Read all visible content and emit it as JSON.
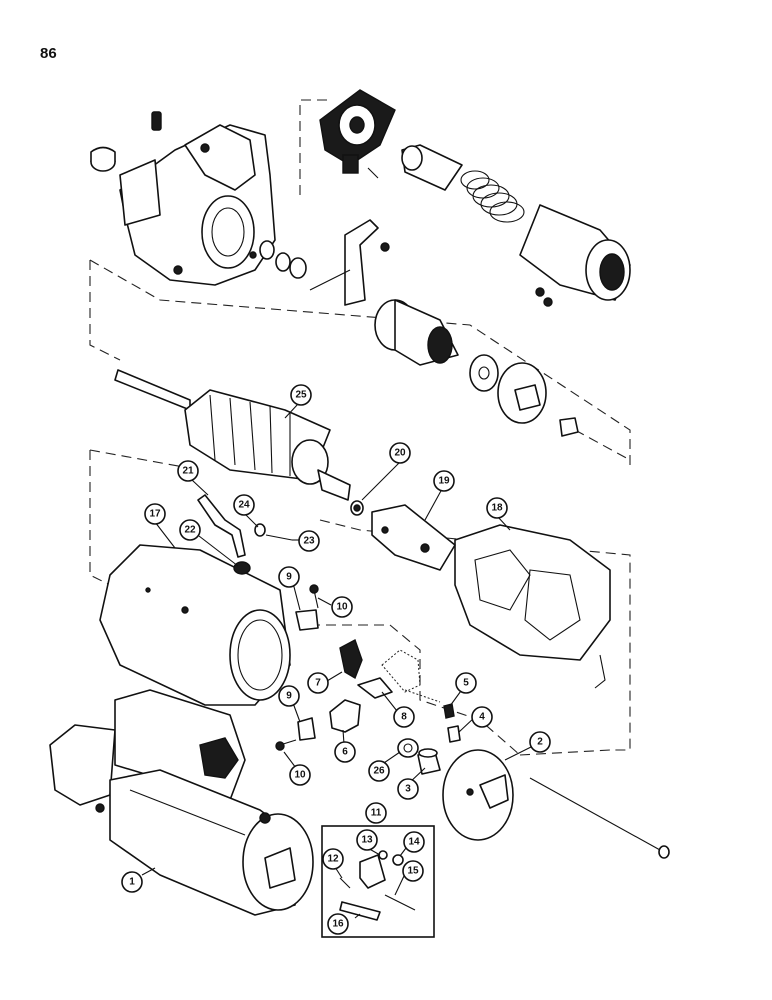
{
  "page_number": "86",
  "callouts": {
    "c1": "1",
    "c2": "2",
    "c3": "3",
    "c4": "4",
    "c5": "5",
    "c6": "6",
    "c7": "7",
    "c8": "8",
    "c9a": "9",
    "c9b": "9",
    "c10a": "10",
    "c10b": "10",
    "c11": "11",
    "c12": "12",
    "c13": "13",
    "c14": "14",
    "c15": "15",
    "c16": "16",
    "c17": "17",
    "c18": "18",
    "c19": "19",
    "c20": "20",
    "c21": "21",
    "c22": "22",
    "c23": "23",
    "c24": "24",
    "c25": "25",
    "c26": "26"
  }
}
